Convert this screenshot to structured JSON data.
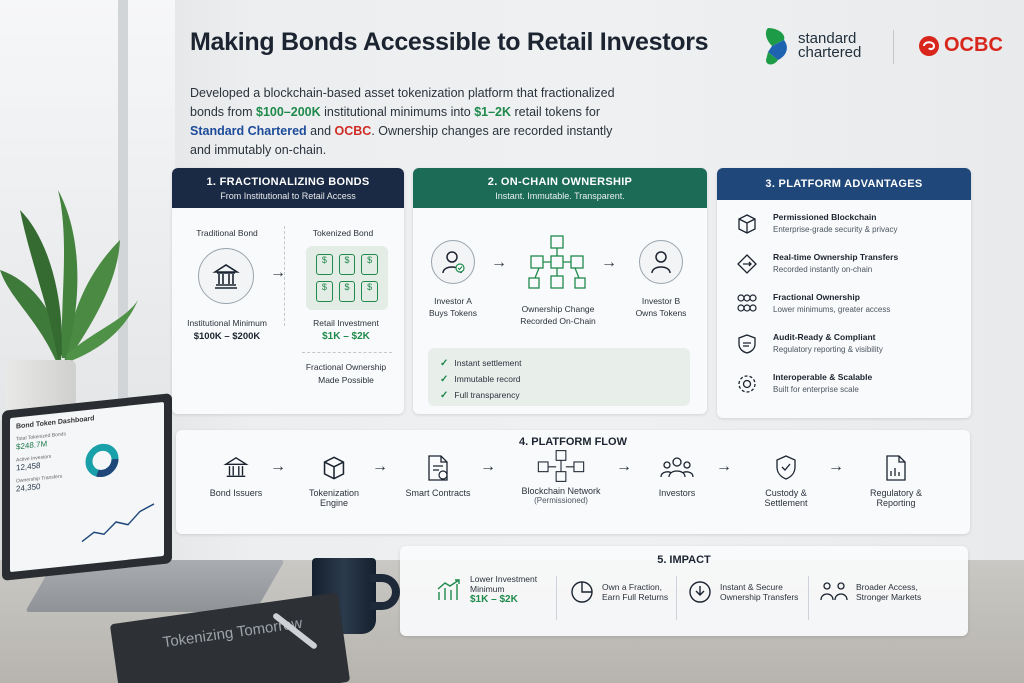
{
  "header": {
    "title": "Making Bonds Accessible to Retail Investors",
    "intro_1": "Developed a blockchain-based asset tokenization platform that fractionalized bonds from ",
    "intro_range_inst": "$100–200K",
    "intro_2": " institutional minimums into ",
    "intro_range_retail": "$1–2K",
    "intro_3": " retail tokens for ",
    "intro_sc": "Standard Chartered",
    "intro_and": " and ",
    "intro_ocbc": "OCBC",
    "intro_4": ". Ownership changes are recorded instantly and immutably on-chain."
  },
  "logos": {
    "sc_line1": "standard",
    "sc_line2": "chartered",
    "ocbc": "OCBC"
  },
  "card1": {
    "title": "1. FRACTIONALIZING BONDS",
    "subtitle": "From Institutional to Retail Access",
    "left_label": "Traditional Bond",
    "right_label": "Tokenized Bond",
    "left_caption": "Institutional Minimum",
    "left_value": "$100K – $200K",
    "right_caption": "Retail Investment",
    "right_value": "$1K – $2K",
    "footer_line1": "Fractional Ownership",
    "footer_line2": "Made Possible"
  },
  "card2": {
    "title": "2. ON-CHAIN OWNERSHIP",
    "subtitle": "Instant. Immutable. Transparent.",
    "investor_a": "Investor A",
    "investor_a_sub": "Buys Tokens",
    "middle_line1": "Ownership Change",
    "middle_line2": "Recorded On-Chain",
    "investor_b": "Investor B",
    "investor_b_sub": "Owns Tokens",
    "checks": [
      "Instant settlement",
      "Immutable record",
      "Full transparency"
    ]
  },
  "card3": {
    "title": "3. PLATFORM ADVANTAGES",
    "items": [
      {
        "title": "Permissioned Blockchain",
        "desc": "Enterprise-grade security & privacy"
      },
      {
        "title": "Real-time Ownership Transfers",
        "desc": "Recorded instantly on-chain"
      },
      {
        "title": "Fractional Ownership",
        "desc": "Lower minimums, greater access"
      },
      {
        "title": "Audit-Ready & Compliant",
        "desc": "Regulatory reporting & visibility"
      },
      {
        "title": "Interoperable & Scalable",
        "desc": "Built for enterprise scale"
      }
    ]
  },
  "flow": {
    "title": "4. PLATFORM FLOW",
    "steps": [
      {
        "l1": "Bond Issuers",
        "l2": ""
      },
      {
        "l1": "Tokenization",
        "l2": "Engine"
      },
      {
        "l1": "Smart Contracts",
        "l2": ""
      },
      {
        "l1": "Blockchain Network",
        "l2": "(Permissioned)"
      },
      {
        "l1": "Investors",
        "l2": ""
      },
      {
        "l1": "Custody &",
        "l2": "Settlement"
      },
      {
        "l1": "Regulatory &",
        "l2": "Reporting"
      }
    ]
  },
  "impact": {
    "title": "5. IMPACT",
    "items": [
      {
        "l1": "Lower Investment",
        "l2": "Minimum",
        "l3": "$1K – $2K"
      },
      {
        "l1": "Own a Fraction,",
        "l2": "Earn Full Returns"
      },
      {
        "l1": "Instant & Secure",
        "l2": "Ownership Transfers"
      },
      {
        "l1": "Broader Access,",
        "l2": "Stronger Markets"
      }
    ]
  },
  "laptop": {
    "title": "Bond Token Dashboard",
    "row1_label": "Total Tokenized Bonds",
    "row1_value": "$248.7M",
    "row2_label": "Active Investors",
    "row2_value": "12,458",
    "row3_label": "Ownership Transfers",
    "row3_value": "24,350"
  },
  "notebook": {
    "text": "Tokenizing Tomorrow"
  },
  "colors": {
    "navy": "#1a2a44",
    "teal": "#1c6b57",
    "blue": "#1f4779",
    "green": "#1f8a4c",
    "ocbc_red": "#d9261c"
  }
}
